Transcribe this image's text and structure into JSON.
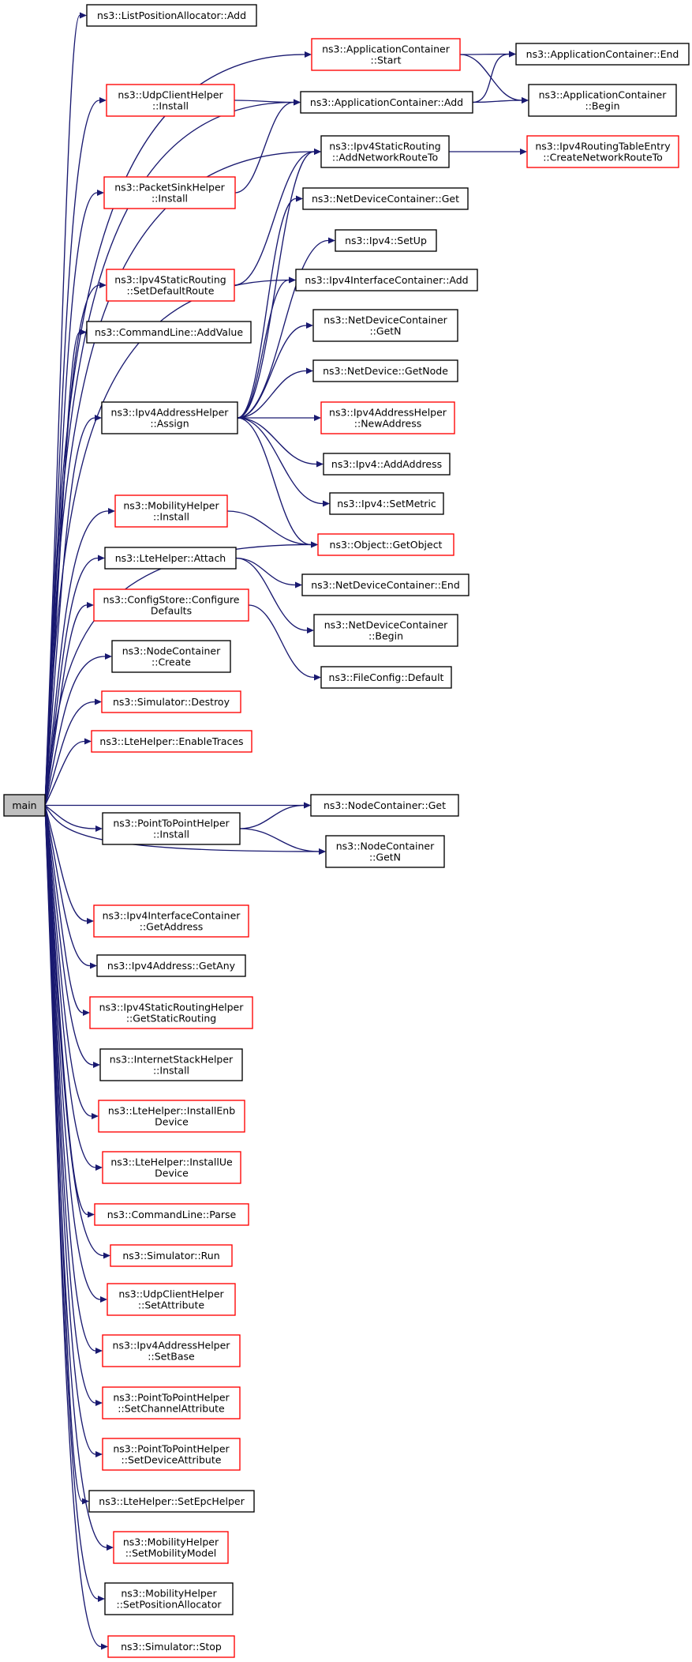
{
  "colors": {
    "edge": "#191970",
    "border_black": "#000000",
    "border_red": "#ff0000",
    "root_fill": "#bfbfbf",
    "node_fill": "#ffffff",
    "text": "#000000"
  },
  "nodes": {
    "main": {
      "lines": [
        "main"
      ],
      "border": "black"
    },
    "lpa_add": {
      "lines": [
        "ns3::ListPositionAllocator::Add"
      ],
      "border": "black"
    },
    "appc_start": {
      "lines": [
        "ns3::ApplicationContainer",
        "::Start"
      ],
      "border": "red"
    },
    "appc_end": {
      "lines": [
        "ns3::ApplicationContainer::End"
      ],
      "border": "black"
    },
    "udpch_install": {
      "lines": [
        "ns3::UdpClientHelper",
        "::Install"
      ],
      "border": "red"
    },
    "appc_add": {
      "lines": [
        "ns3::ApplicationContainer::Add"
      ],
      "border": "black"
    },
    "appc_begin": {
      "lines": [
        "ns3::ApplicationContainer",
        "::Begin"
      ],
      "border": "black"
    },
    "ipv4sr_addnet": {
      "lines": [
        "ns3::Ipv4StaticRouting",
        "::AddNetworkRouteTo"
      ],
      "border": "black"
    },
    "rte_create": {
      "lines": [
        "ns3::Ipv4RoutingTableEntry",
        "::CreateNetworkRouteTo"
      ],
      "border": "red"
    },
    "psh_install": {
      "lines": [
        "ns3::PacketSinkHelper",
        "::Install"
      ],
      "border": "red"
    },
    "ndc_get": {
      "lines": [
        "ns3::NetDeviceContainer::Get"
      ],
      "border": "black"
    },
    "ipv4_setup": {
      "lines": [
        "ns3::Ipv4::SetUp"
      ],
      "border": "black"
    },
    "ipv4sr_setdefault": {
      "lines": [
        "ns3::Ipv4StaticRouting",
        "::SetDefaultRoute"
      ],
      "border": "red"
    },
    "ipv4ic_add": {
      "lines": [
        "ns3::Ipv4InterfaceContainer::Add"
      ],
      "border": "black"
    },
    "cl_addvalue": {
      "lines": [
        "ns3::CommandLine::AddValue"
      ],
      "border": "black"
    },
    "ndc_getn": {
      "lines": [
        "ns3::NetDeviceContainer",
        "::GetN"
      ],
      "border": "black"
    },
    "nd_getnode": {
      "lines": [
        "ns3::NetDevice::GetNode"
      ],
      "border": "black"
    },
    "ipv4ah_assign": {
      "lines": [
        "ns3::Ipv4AddressHelper",
        "::Assign"
      ],
      "border": "black"
    },
    "ipv4ah_newaddr": {
      "lines": [
        "ns3::Ipv4AddressHelper",
        "::NewAddress"
      ],
      "border": "red"
    },
    "ipv4_addaddr": {
      "lines": [
        "ns3::Ipv4::AddAddress"
      ],
      "border": "black"
    },
    "ipv4_setmetric": {
      "lines": [
        "ns3::Ipv4::SetMetric"
      ],
      "border": "black"
    },
    "mh_install": {
      "lines": [
        "ns3::MobilityHelper",
        "::Install"
      ],
      "border": "red"
    },
    "obj_getobject": {
      "lines": [
        "ns3::Object::GetObject"
      ],
      "border": "red"
    },
    "lte_attach": {
      "lines": [
        "ns3::LteHelper::Attach"
      ],
      "border": "black"
    },
    "ndc_end": {
      "lines": [
        "ns3::NetDeviceContainer::End"
      ],
      "border": "black"
    },
    "cs_configure": {
      "lines": [
        "ns3::ConfigStore::Configure",
        "Defaults"
      ],
      "border": "red"
    },
    "ndc_begin": {
      "lines": [
        "ns3::NetDeviceContainer",
        "::Begin"
      ],
      "border": "black"
    },
    "fc_default": {
      "lines": [
        "ns3::FileConfig::Default"
      ],
      "border": "black"
    },
    "nc_create": {
      "lines": [
        "ns3::NodeContainer",
        "::Create"
      ],
      "border": "black"
    },
    "sim_destroy": {
      "lines": [
        "ns3::Simulator::Destroy"
      ],
      "border": "red"
    },
    "lte_traces": {
      "lines": [
        "ns3::LteHelper::EnableTraces"
      ],
      "border": "red"
    },
    "nc_get": {
      "lines": [
        "ns3::NodeContainer::Get"
      ],
      "border": "black"
    },
    "p2p_install": {
      "lines": [
        "ns3::PointToPointHelper",
        "::Install"
      ],
      "border": "black"
    },
    "nc_getn": {
      "lines": [
        "ns3::NodeContainer",
        "::GetN"
      ],
      "border": "black"
    },
    "ipv4ic_getaddr": {
      "lines": [
        "ns3::Ipv4InterfaceContainer",
        "::GetAddress"
      ],
      "border": "red"
    },
    "ipv4a_getany": {
      "lines": [
        "ns3::Ipv4Address::GetAny"
      ],
      "border": "black"
    },
    "ipv4srh_get": {
      "lines": [
        "ns3::Ipv4StaticRoutingHelper",
        "::GetStaticRouting"
      ],
      "border": "red"
    },
    "ish_install": {
      "lines": [
        "ns3::InternetStackHelper",
        "::Install"
      ],
      "border": "black"
    },
    "lte_installenb": {
      "lines": [
        "ns3::LteHelper::InstallEnb",
        "Device"
      ],
      "border": "red"
    },
    "lte_installue": {
      "lines": [
        "ns3::LteHelper::InstallUe",
        "Device"
      ],
      "border": "red"
    },
    "cl_parse": {
      "lines": [
        "ns3::CommandLine::Parse"
      ],
      "border": "red"
    },
    "sim_run": {
      "lines": [
        "ns3::Simulator::Run"
      ],
      "border": "red"
    },
    "udpch_setattr": {
      "lines": [
        "ns3::UdpClientHelper",
        "::SetAttribute"
      ],
      "border": "red"
    },
    "ipv4ah_setbase": {
      "lines": [
        "ns3::Ipv4AddressHelper",
        "::SetBase"
      ],
      "border": "red"
    },
    "p2p_setchan": {
      "lines": [
        "ns3::PointToPointHelper",
        "::SetChannelAttribute"
      ],
      "border": "red"
    },
    "p2p_setdev": {
      "lines": [
        "ns3::PointToPointHelper",
        "::SetDeviceAttribute"
      ],
      "border": "red"
    },
    "lte_setepc": {
      "lines": [
        "ns3::LteHelper::SetEpcHelper"
      ],
      "border": "black"
    },
    "mh_setmodel": {
      "lines": [
        "ns3::MobilityHelper",
        "::SetMobilityModel"
      ],
      "border": "red"
    },
    "mh_setposalloc": {
      "lines": [
        "ns3::MobilityHelper",
        "::SetPositionAllocator"
      ],
      "border": "black"
    },
    "sim_stop": {
      "lines": [
        "ns3::Simulator::Stop"
      ],
      "border": "red"
    }
  },
  "edges": [
    [
      "main",
      "lpa_add"
    ],
    [
      "main",
      "appc_start"
    ],
    [
      "main",
      "udpch_install"
    ],
    [
      "main",
      "appc_add"
    ],
    [
      "main",
      "psh_install"
    ],
    [
      "main",
      "ipv4sr_addnet"
    ],
    [
      "main",
      "ipv4sr_setdefault"
    ],
    [
      "main",
      "cl_addvalue"
    ],
    [
      "main",
      "ipv4ic_add"
    ],
    [
      "main",
      "ipv4ah_assign"
    ],
    [
      "main",
      "obj_getobject"
    ],
    [
      "main",
      "mh_install"
    ],
    [
      "main",
      "lte_attach"
    ],
    [
      "main",
      "cs_configure"
    ],
    [
      "main",
      "nc_create"
    ],
    [
      "main",
      "sim_destroy"
    ],
    [
      "main",
      "lte_traces"
    ],
    [
      "main",
      "nc_get"
    ],
    [
      "main",
      "p2p_install"
    ],
    [
      "main",
      "nc_getn"
    ],
    [
      "main",
      "ipv4ic_getaddr"
    ],
    [
      "main",
      "ipv4a_getany"
    ],
    [
      "main",
      "ipv4srh_get"
    ],
    [
      "main",
      "ish_install"
    ],
    [
      "main",
      "lte_installenb"
    ],
    [
      "main",
      "lte_installue"
    ],
    [
      "main",
      "cl_parse"
    ],
    [
      "main",
      "sim_run"
    ],
    [
      "main",
      "udpch_setattr"
    ],
    [
      "main",
      "ipv4ah_setbase"
    ],
    [
      "main",
      "p2p_setchan"
    ],
    [
      "main",
      "p2p_setdev"
    ],
    [
      "main",
      "lte_setepc"
    ],
    [
      "main",
      "mh_setmodel"
    ],
    [
      "main",
      "mh_setposalloc"
    ],
    [
      "main",
      "sim_stop"
    ],
    [
      "appc_start",
      "appc_end"
    ],
    [
      "appc_start",
      "appc_begin"
    ],
    [
      "udpch_install",
      "appc_add"
    ],
    [
      "appc_add",
      "appc_end"
    ],
    [
      "appc_add",
      "appc_begin"
    ],
    [
      "psh_install",
      "appc_add"
    ],
    [
      "ipv4sr_addnet",
      "rte_create"
    ],
    [
      "ipv4sr_setdefault",
      "ipv4sr_addnet"
    ],
    [
      "ipv4ah_assign",
      "ipv4sr_addnet"
    ],
    [
      "ipv4ah_assign",
      "ndc_get"
    ],
    [
      "ipv4ah_assign",
      "ipv4_setup"
    ],
    [
      "ipv4ah_assign",
      "ipv4ic_add"
    ],
    [
      "ipv4ah_assign",
      "ndc_getn"
    ],
    [
      "ipv4ah_assign",
      "nd_getnode"
    ],
    [
      "ipv4ah_assign",
      "ipv4ah_newaddr"
    ],
    [
      "ipv4ah_assign",
      "ipv4_addaddr"
    ],
    [
      "ipv4ah_assign",
      "ipv4_setmetric"
    ],
    [
      "ipv4ah_assign",
      "obj_getobject"
    ],
    [
      "mh_install",
      "obj_getobject"
    ],
    [
      "lte_attach",
      "ndc_end"
    ],
    [
      "lte_attach",
      "ndc_begin"
    ],
    [
      "cs_configure",
      "fc_default"
    ],
    [
      "p2p_install",
      "nc_get"
    ],
    [
      "p2p_install",
      "nc_getn"
    ]
  ]
}
